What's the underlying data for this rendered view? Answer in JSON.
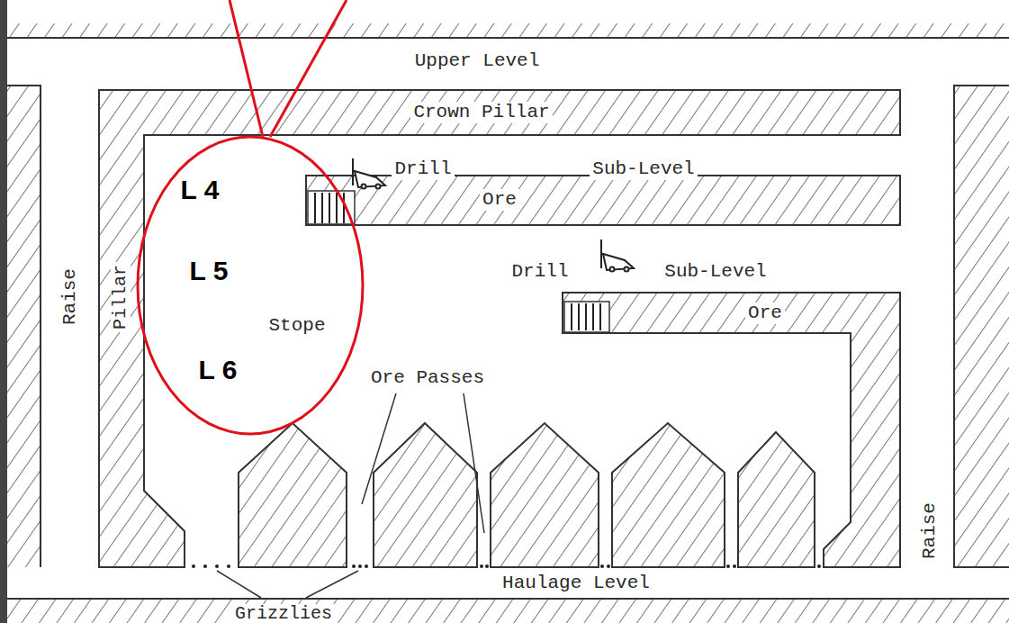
{
  "diagram": {
    "labels": [
      "Upper Level",
      "Crown Pillar",
      "L 4",
      "Drill",
      "Sub-Level",
      "Ore",
      "L 5",
      "Drill",
      "Sub-Level",
      "Ore",
      "Raise",
      "Pillar",
      "Stope",
      "L 6",
      "Ore Passes",
      "Raise",
      "Haulage Level",
      "Grizzlies"
    ]
  }
}
